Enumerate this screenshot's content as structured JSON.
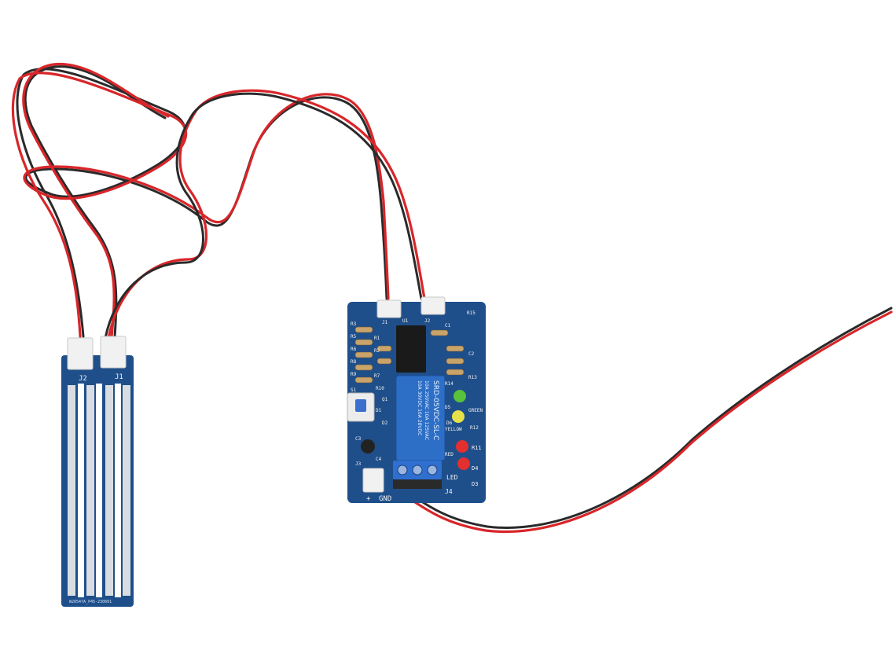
{
  "colors": {
    "background": "#ffffff",
    "pcb_blue": "#1f4f8a",
    "wire_red": "#d8262a",
    "wire_black": "#2a2a2a",
    "relay_blue": "#2d6fc6",
    "terminal_blue": "#2f6fd0",
    "led_green": "#58c23a",
    "led_yellow": "#e8e04a",
    "led_red": "#e23030",
    "connector_white": "#f1f1f1"
  },
  "probe_board": {
    "label_j2": "J2",
    "label_j1": "J1",
    "bottom_text": "W20547A_P45-230601"
  },
  "controller_board": {
    "relay_text": [
      "SRD-05VDC-SL-C",
      "10A 250VAC 10A 125VAC",
      "10A 30VDC 10A 28VDC"
    ],
    "label_gnd": "GND",
    "label_plus": "+",
    "label_j4": "J4",
    "label_led": "LED",
    "label_d3": "D3",
    "label_d4": "D4",
    "label_red": "RED",
    "label_r11": "R11",
    "label_yellow": "YELLOW",
    "label_green": "GREEN",
    "label_r12": "R12",
    "label_r13": "R13",
    "label_r14": "R14",
    "label_d5": "D5",
    "label_d6": "D6",
    "label_r1": "R1",
    "label_r2": "R2",
    "label_r3": "R3",
    "label_r5": "R5",
    "label_r6": "R6",
    "label_r7": "R7",
    "label_r8": "R8",
    "label_r9": "R9",
    "label_r10": "R10",
    "label_r15": "R15",
    "label_c1": "C1",
    "label_c2": "C2",
    "label_c3": "C3",
    "label_c4": "C4",
    "label_q1": "Q1",
    "label_d1": "D1",
    "label_d2": "D2",
    "label_j1": "J1",
    "label_j2": "J2",
    "label_j3": "J3",
    "label_s1": "S1",
    "label_u1": "U1"
  }
}
